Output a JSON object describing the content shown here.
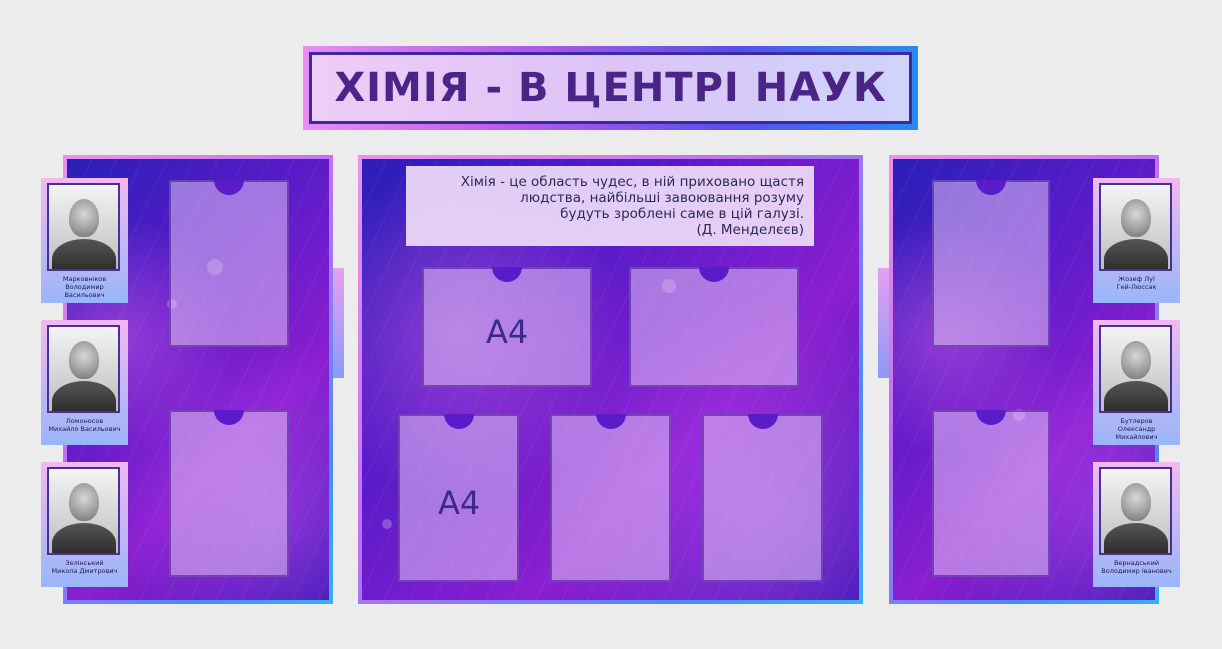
{
  "title": "ХІМІЯ - В ЦЕНТРІ НАУК",
  "quote": {
    "lines": [
      "Хімія - це область чудес, в ній приховано щастя",
      "людства, найбільші завоювання розуму",
      "будуть зроблені саме в цій галузі.",
      "(Д. Менделєєв)"
    ]
  },
  "pocket_labels": {
    "top_left": "А4",
    "bottom_left": "А4"
  },
  "portraits_left": [
    {
      "name_line1": "Марковніков",
      "name_line2": "Володимир Васильович"
    },
    {
      "name_line1": "Ломоносов",
      "name_line2": "Михайло Васильович"
    },
    {
      "name_line1": "Зелінський",
      "name_line2": "Микола Дмитрович"
    }
  ],
  "portraits_right": [
    {
      "name_line1": "Жозеф Луї",
      "name_line2": "Гей-Люссак"
    },
    {
      "name_line1": "Бутлеров",
      "name_line2": "Олександр Михайлович"
    },
    {
      "name_line1": "Вернадський",
      "name_line2": "Володимир Іванович"
    }
  ],
  "colors": {
    "title_text": "#4a2486",
    "panel_dark": "#2a1fb8",
    "panel_mid": "#8a1fd0",
    "frame_pink": "#f08ff0",
    "frame_blue": "#35b0f5"
  }
}
